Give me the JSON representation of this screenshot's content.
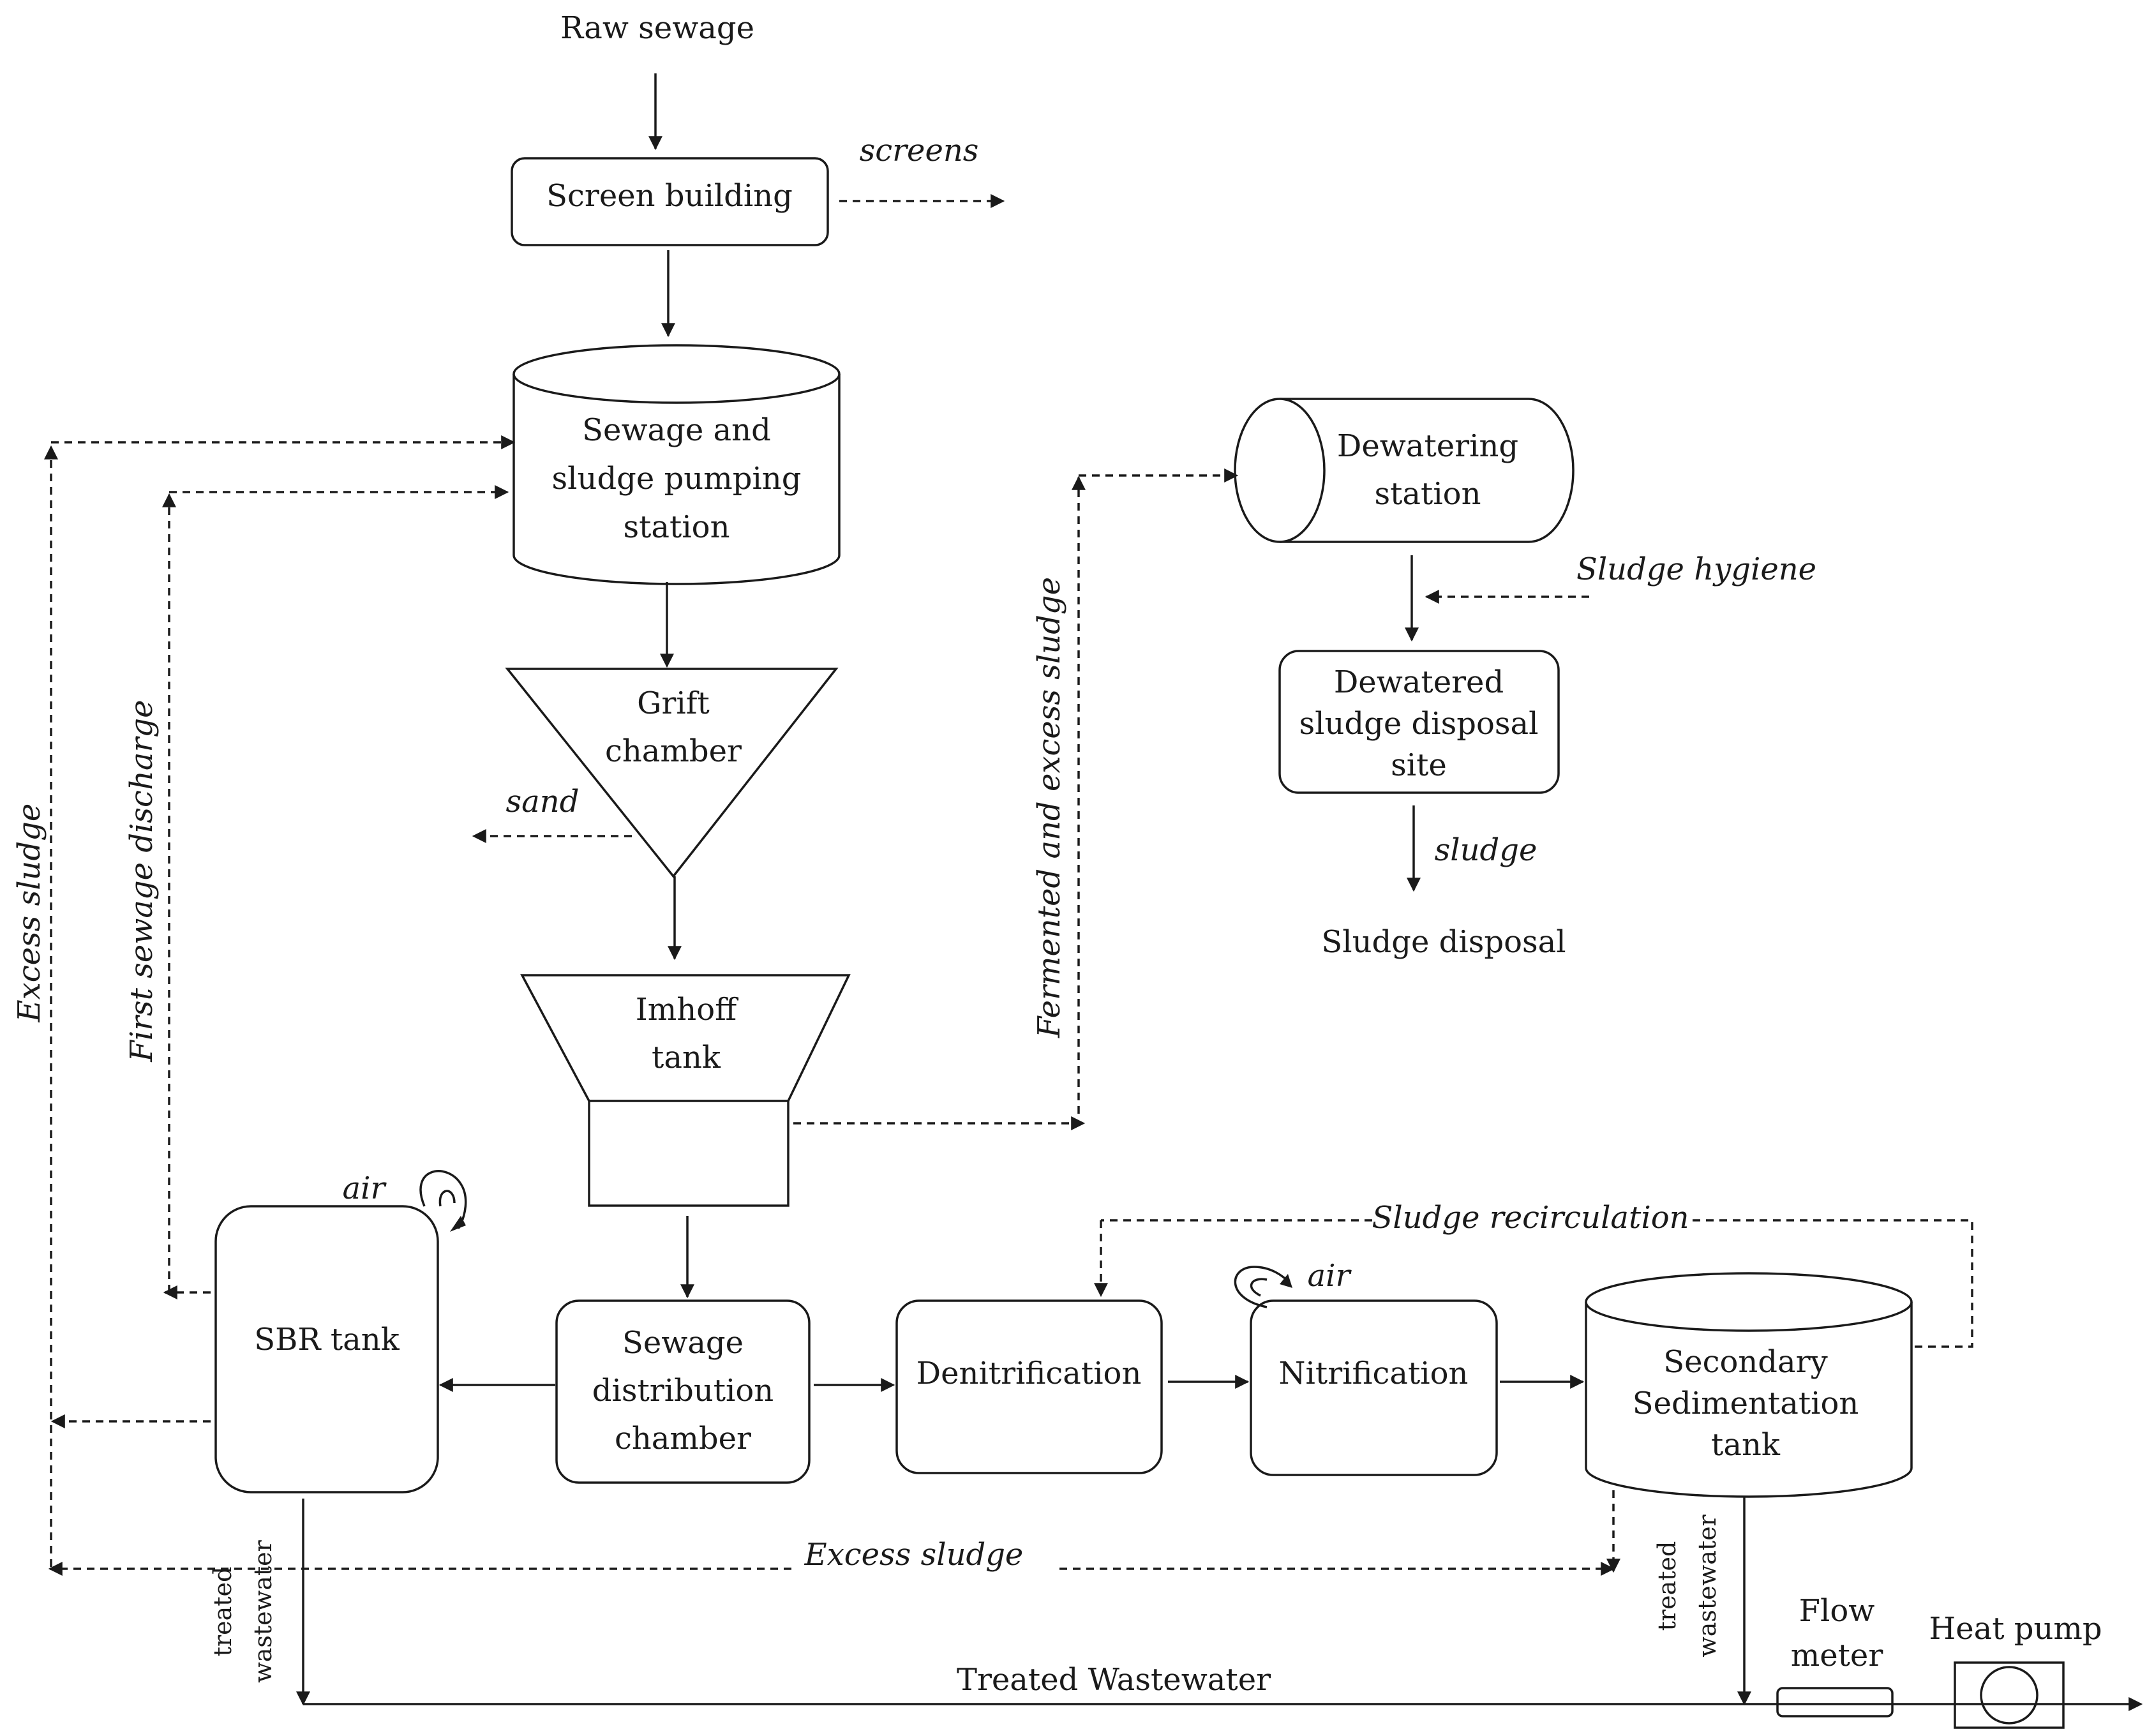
{
  "nodes": {
    "raw_sewage": "Raw sewage",
    "screen_building": "Screen building",
    "pumping_station": [
      "Sewage and",
      "sludge pumping",
      "station"
    ],
    "grit_chamber": [
      "Grift",
      "chamber"
    ],
    "imhoff_tank": [
      "Imhoff",
      "tank"
    ],
    "dewatering_station": [
      "Dewatering",
      "station"
    ],
    "dewatered_site": [
      "Dewatered",
      "sludge disposal",
      "site"
    ],
    "sludge_disposal": "Sludge disposal",
    "sbr_tank": "SBR tank",
    "distribution_chamber": [
      "Sewage",
      "distribution",
      "chamber"
    ],
    "denitrification": "Denitrification",
    "nitrification": "Nitrification",
    "secondary_sedimentation": [
      "Secondary",
      "Sedimentation",
      "tank"
    ],
    "flow_meter": [
      "Flow",
      "meter"
    ],
    "heat_pump": "Heat pump"
  },
  "flow_labels": {
    "screens": "screens",
    "sand": "sand",
    "sludge_hygiene": "Sludge hygiene",
    "sludge": "sludge",
    "air_sbr": "air",
    "air_nitrification": "air",
    "sludge_recirculation": "Sludge recirculation",
    "excess_sludge_bottom": "Excess sludge",
    "excess_sludge_side": "Excess sludge",
    "first_sewage_discharge": "First sewage discharge",
    "fermented_excess_sludge": "Fermented and excess sludge",
    "treated_wastewater_main": "Treated Wastewater",
    "treated_wastewater_sbr": [
      "treated",
      "wastewater"
    ],
    "treated_wastewater_sec": [
      "treated",
      "wastewater"
    ]
  }
}
